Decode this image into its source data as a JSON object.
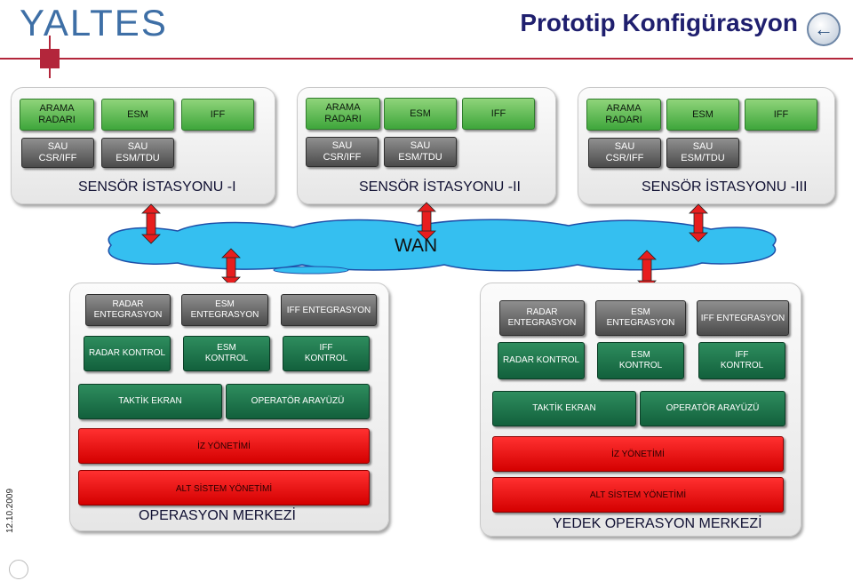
{
  "header": {
    "logo_text": "YALTES",
    "title": "Prototip Konfigürasyon",
    "back_icon": "back-arrow-icon",
    "accent_color": "#b3263b",
    "title_color": "#1f1f6e"
  },
  "sensor_stations": [
    {
      "row1": [
        "ARAMA\nRADARI",
        "ESM",
        "IFF"
      ],
      "row2": [
        "SAU\nCSR/IFF",
        "SAU\nESM/TDU"
      ],
      "label": "SENSÖR İSTASYONU -I"
    },
    {
      "row1": [
        "ARAMA\nRADARI",
        "ESM",
        "IFF"
      ],
      "row2": [
        "SAU\nCSR/IFF",
        "SAU\nESM/TDU"
      ],
      "label": "SENSÖR İSTASYONU -II"
    },
    {
      "row1": [
        "ARAMA\nRADARI",
        "ESM",
        "IFF"
      ],
      "row2": [
        "SAU\nCSR/IFF",
        "SAU\nESM/TDU"
      ],
      "label": "SENSÖR İSTASYONU -III"
    }
  ],
  "wan": {
    "label": "WAN",
    "color": "#33bbee"
  },
  "centers": [
    {
      "integration": [
        "RADAR\nENTEGRASYON",
        "ESM\nENTEGRASYON",
        "IFF ENTEGRASYON"
      ],
      "control": [
        "RADAR KONTROL",
        "ESM\nKONTROL",
        "IFF\nKONTROL"
      ],
      "display": [
        "TAKTİK EKRAN",
        "OPERATÖR ARAYÜZÜ"
      ],
      "track_mgmt": "İZ YÖNETİMİ",
      "subsystem_mgmt": "ALT SİSTEM YÖNETİMİ",
      "label": "OPERASYON MERKEZİ"
    },
    {
      "integration": [
        "RADAR\nENTEGRASYON",
        "ESM\nENTEGRASYON",
        "IFF ENTEGRASYON"
      ],
      "control": [
        "RADAR KONTROL",
        "ESM\nKONTROL",
        "IFF\nKONTROL"
      ],
      "display": [
        "TAKTİK EKRAN",
        "OPERATÖR ARAYÜZÜ"
      ],
      "track_mgmt": "İZ YÖNETİMİ",
      "subsystem_mgmt": "ALT SİSTEM YÖNETİMİ",
      "label": "YEDEK OPERASYON MERKEZİ"
    }
  ],
  "footer": {
    "date": "12.10.2009"
  }
}
